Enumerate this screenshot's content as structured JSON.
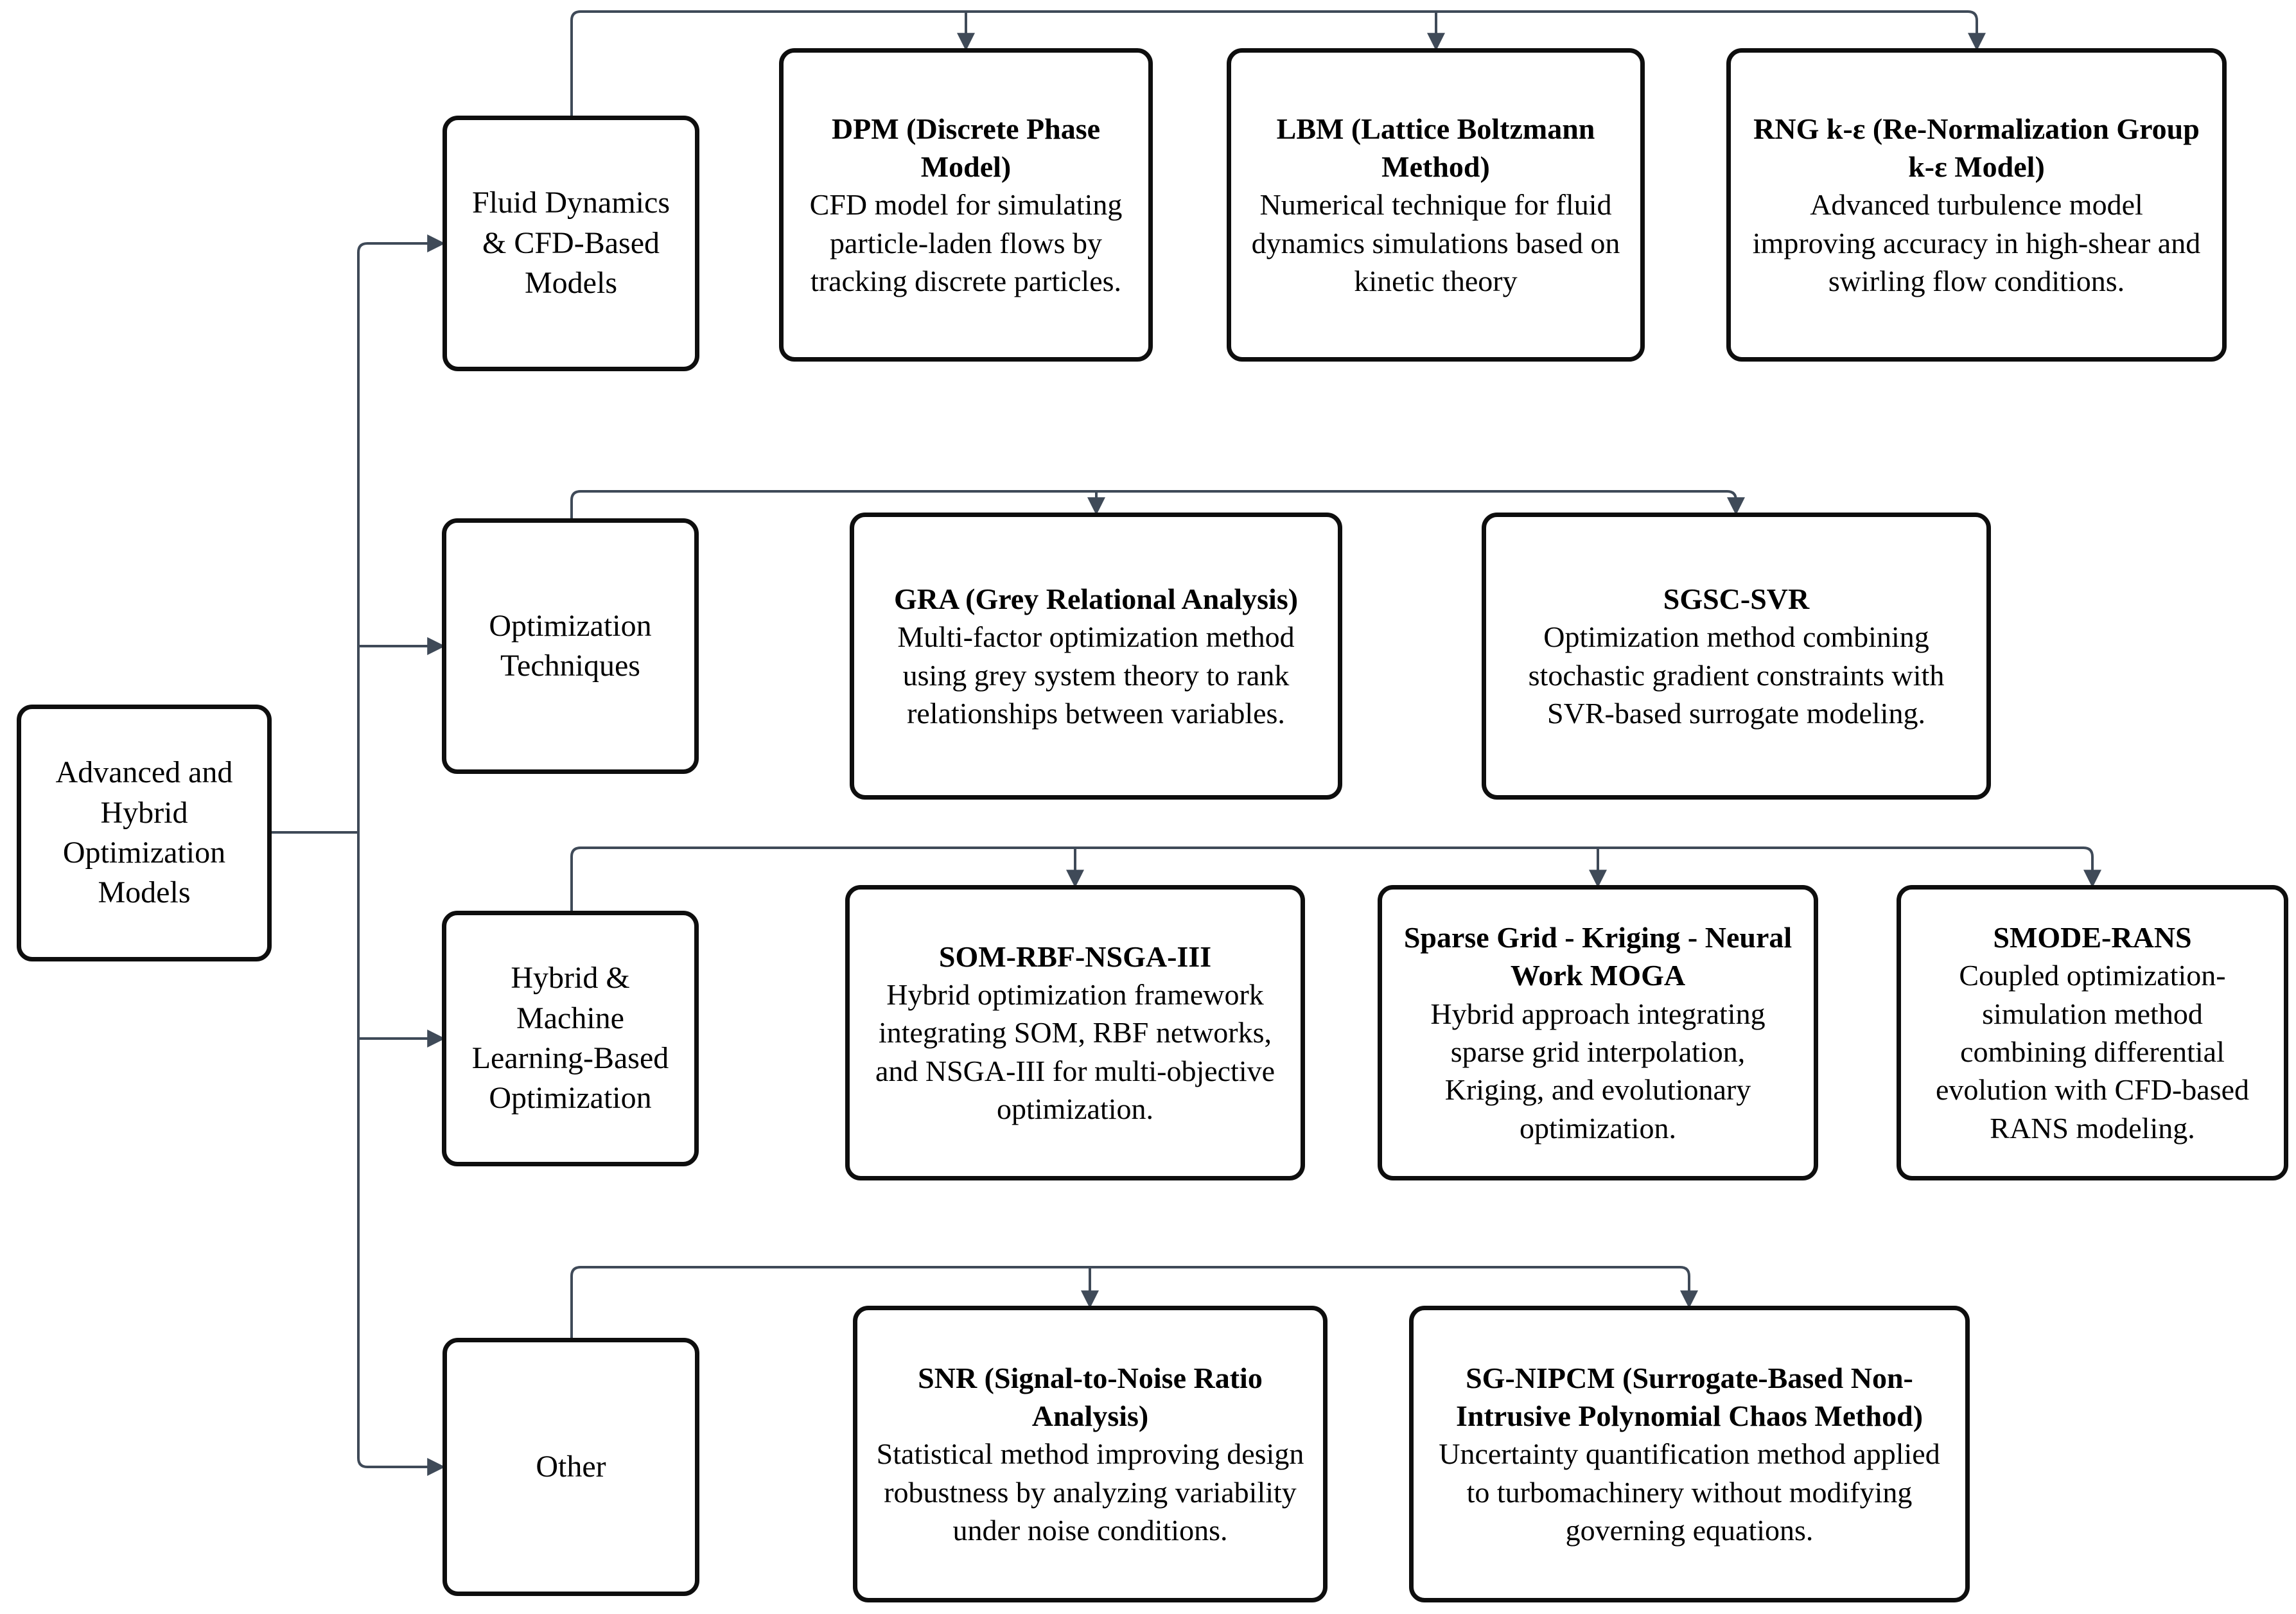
{
  "diagram": {
    "colors": {
      "connector": "#3f4a58",
      "box_border": "#0e0e0e",
      "box_fill": "#ffffff",
      "text": "#000000",
      "background": "#ffffff"
    },
    "root": {
      "label": "Advanced and Hybrid Optimization Models"
    },
    "rows": [
      {
        "category": "Fluid Dynamics & CFD-Based Models",
        "children": [
          {
            "title": "DPM (Discrete Phase Model)",
            "desc": "CFD model for simulating particle-laden flows by tracking discrete particles."
          },
          {
            "title": "LBM (Lattice Boltzmann Method)",
            "desc": "Numerical technique for fluid dynamics simulations based on kinetic theory"
          },
          {
            "title": "RNG k-ε (Re-Normalization Group k-ε Model)",
            "desc": "Advanced turbulence model improving accuracy in high-shear and swirling flow conditions."
          }
        ]
      },
      {
        "category": "Optimization Techniques",
        "children": [
          {
            "title": "GRA (Grey Relational Analysis)",
            "desc": "Multi-factor optimization method using grey system theory to rank relationships between variables."
          },
          {
            "title": "SGSC-SVR",
            "desc": "Optimization method combining stochastic gradient constraints with SVR-based surrogate modeling."
          }
        ]
      },
      {
        "category": "Hybrid & Machine Learning-Based Optimization",
        "children": [
          {
            "title": "SOM-RBF-NSGA-III",
            "desc": "Hybrid optimization framework integrating SOM, RBF networks, and NSGA-III for multi-objective optimization."
          },
          {
            "title": "Sparse Grid - Kriging - Neural Work MOGA",
            "desc": "Hybrid approach integrating sparse grid interpolation, Kriging, and evolutionary optimization."
          },
          {
            "title": "SMODE-RANS",
            "desc": "Coupled optimization-simulation method combining differential evolution with CFD-based RANS modeling."
          }
        ]
      },
      {
        "category": "Other",
        "children": [
          {
            "title": "SNR (Signal-to-Noise Ratio Analysis)",
            "desc": "Statistical method improving design robustness by analyzing variability under noise conditions."
          },
          {
            "title": "SG-NIPCM (Surrogate-Based Non-Intrusive Polynomial Chaos Method)",
            "desc": "Uncertainty quantification method applied to turbomachinery without modifying governing equations."
          }
        ]
      }
    ]
  }
}
